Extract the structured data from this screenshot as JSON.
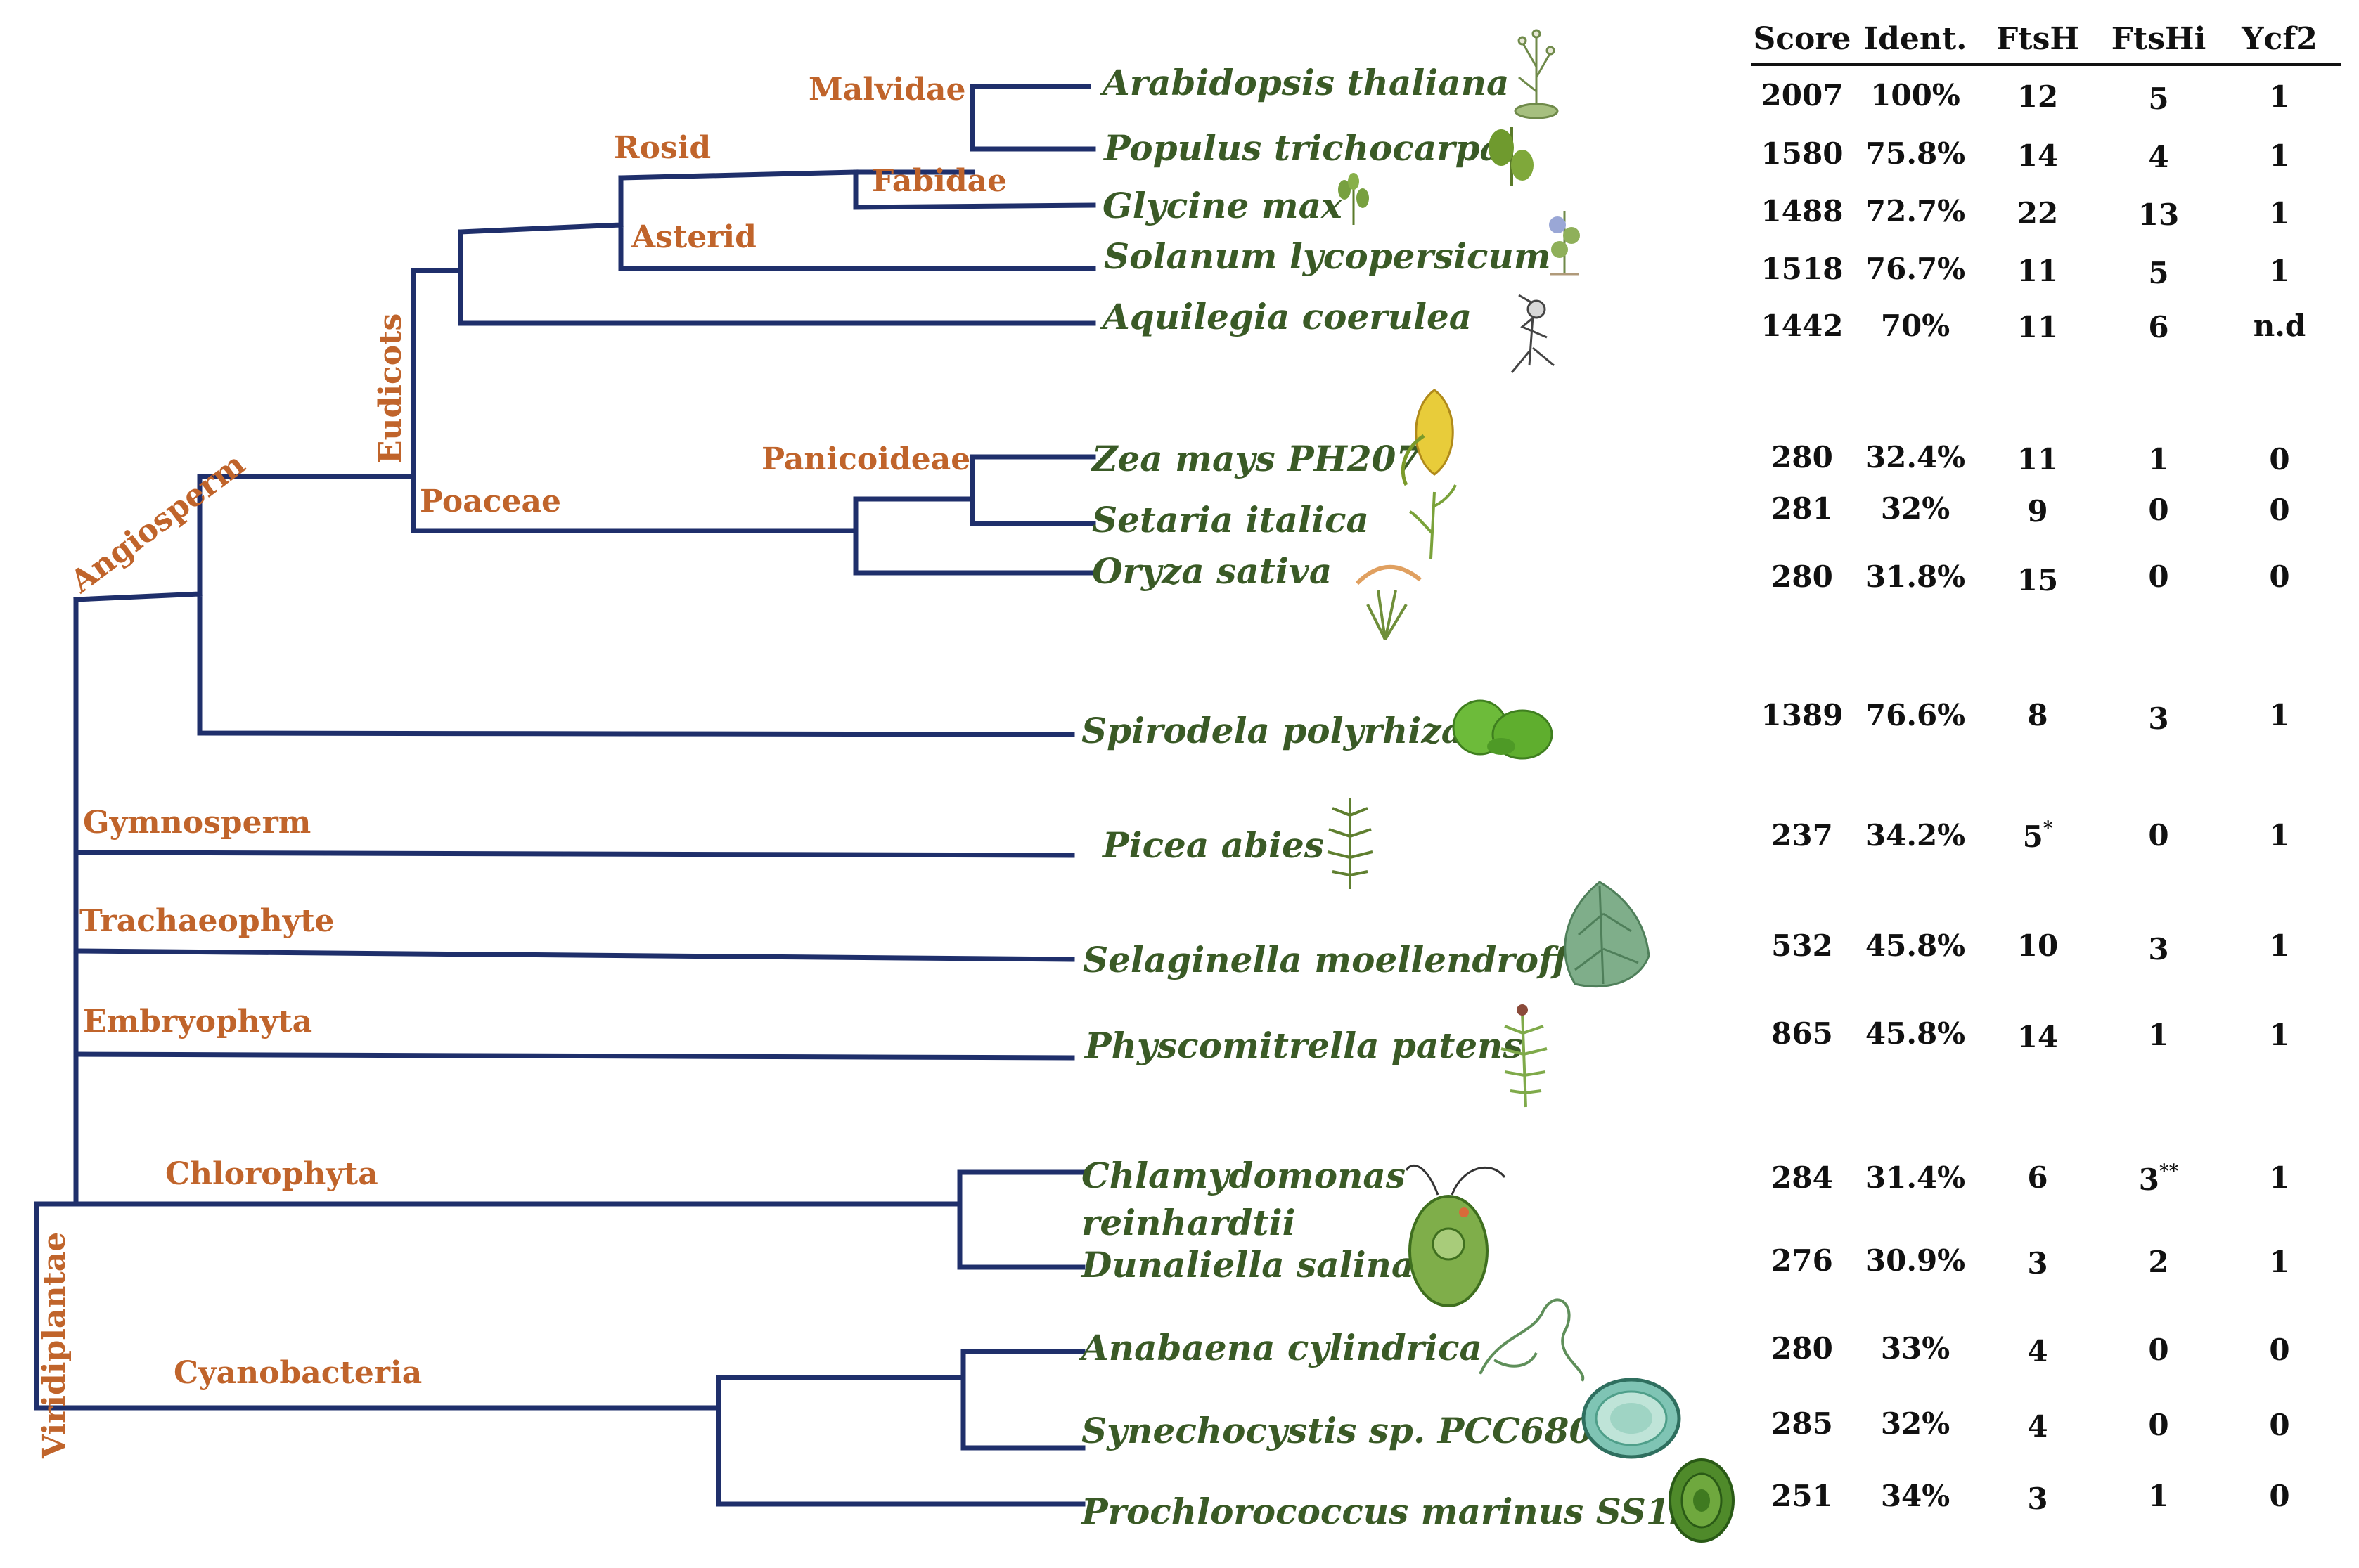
{
  "clades": {
    "malvidae": "Malvidae",
    "rosid": "Rosid",
    "fabidae": "Fabidae",
    "asterid": "Asterid",
    "eudicots": "Eudicots",
    "panicoideae": "Panicoideae",
    "poaceae": "Poaceae",
    "angiosperm": "Angiosperm",
    "gymnosperm": "Gymnosperm",
    "trachaeophyte": "Trachaeophyte",
    "embryophyta": "Embryophyta",
    "chlorophyta": "Chlorophyta",
    "cyanobacteria": "Cyanobacteria",
    "viridiplantae": "Viridiplantae"
  },
  "table": {
    "headers": [
      "Score",
      "Ident.",
      "FtsH",
      "FtsHi",
      "Ycf2"
    ],
    "rows": [
      {
        "species": "Arabidopsis thaliana",
        "score": "2007",
        "ident": "100%",
        "ftsh": "12",
        "ftshi": "5",
        "ycf2": "1"
      },
      {
        "species": "Populus trichocarpa",
        "score": "1580",
        "ident": "75.8%",
        "ftsh": "14",
        "ftshi": "4",
        "ycf2": "1"
      },
      {
        "species": "Glycine max",
        "score": "1488",
        "ident": "72.7%",
        "ftsh": "22",
        "ftshi": "13",
        "ycf2": "1"
      },
      {
        "species": "Solanum lycopersicum",
        "score": "1518",
        "ident": "76.7%",
        "ftsh": "11",
        "ftshi": "5",
        "ycf2": "1"
      },
      {
        "species": "Aquilegia coerulea",
        "score": "1442",
        "ident": "70%",
        "ftsh": "11",
        "ftshi": "6",
        "ycf2": "n.d"
      },
      {
        "species": "Zea mays PH207",
        "score": "280",
        "ident": "32.4%",
        "ftsh": "11",
        "ftshi": "1",
        "ycf2": "0"
      },
      {
        "species": "Setaria italica",
        "score": "281",
        "ident": "32%",
        "ftsh": "9",
        "ftshi": "0",
        "ycf2": "0"
      },
      {
        "species": "Oryza sativa",
        "score": "280",
        "ident": "31.8%",
        "ftsh": "15",
        "ftshi": "0",
        "ycf2": "0"
      },
      {
        "species": "Spirodela polyrhiza",
        "score": "1389",
        "ident": "76.6%",
        "ftsh": "8",
        "ftshi": "3",
        "ycf2": "1"
      },
      {
        "species": "Picea abies",
        "score": "237",
        "ident": "34.2%",
        "ftsh": "5",
        "ftsh_sup": "*",
        "ftshi": "0",
        "ycf2": "1"
      },
      {
        "species": "Selaginella moellendroffii",
        "score": "532",
        "ident": "45.8%",
        "ftsh": "10",
        "ftshi": "3",
        "ycf2": "1"
      },
      {
        "species": "Physcomitrella patens",
        "score": "865",
        "ident": "45.8%",
        "ftsh": "14",
        "ftshi": "1",
        "ycf2": "1"
      },
      {
        "species": "Chlamydomonas",
        "species_line2": "reinhardtii",
        "score": "284",
        "ident": "31.4%",
        "ftsh": "6",
        "ftshi": "3",
        "ftshi_sup": "**",
        "ycf2": "1"
      },
      {
        "species": "Dunaliella salina",
        "score": "276",
        "ident": "30.9%",
        "ftsh": "3",
        "ftshi": "2",
        "ycf2": "1"
      },
      {
        "species": "Anabaena cylindrica",
        "score": "280",
        "ident": "33%",
        "ftsh": "4",
        "ftshi": "0",
        "ycf2": "0"
      },
      {
        "species": "Synechocystis sp. PCC6803",
        "score": "285",
        "ident": "32%",
        "ftsh": "4",
        "ftshi": "0",
        "ycf2": "0"
      },
      {
        "species": "Prochlorococcus marinus SS120",
        "score": "251",
        "ident": "34%",
        "ftsh": "3",
        "ftshi": "1",
        "ycf2": "0"
      }
    ]
  },
  "colors": {
    "branch": "#1f2f6b",
    "clade_label": "#c0642b",
    "species_label": "#3a5a26",
    "table_text": "#111111"
  },
  "icons": [
    "arabidopsis-illustration-icon",
    "poplar-illustration-icon",
    "soybean-illustration-icon",
    "tomato-illustration-icon",
    "columbine-illustration-icon",
    "maize-illustration-icon",
    "setaria-illustration-icon",
    "rice-illustration-icon",
    "duckweed-illustration-icon",
    "spruce-illustration-icon",
    "selaginella-illustration-icon",
    "moss-illustration-icon",
    "chlamydomonas-illustration-icon",
    "anabaena-illustration-icon",
    "synechocystis-illustration-icon",
    "prochlorococcus-illustration-icon"
  ]
}
